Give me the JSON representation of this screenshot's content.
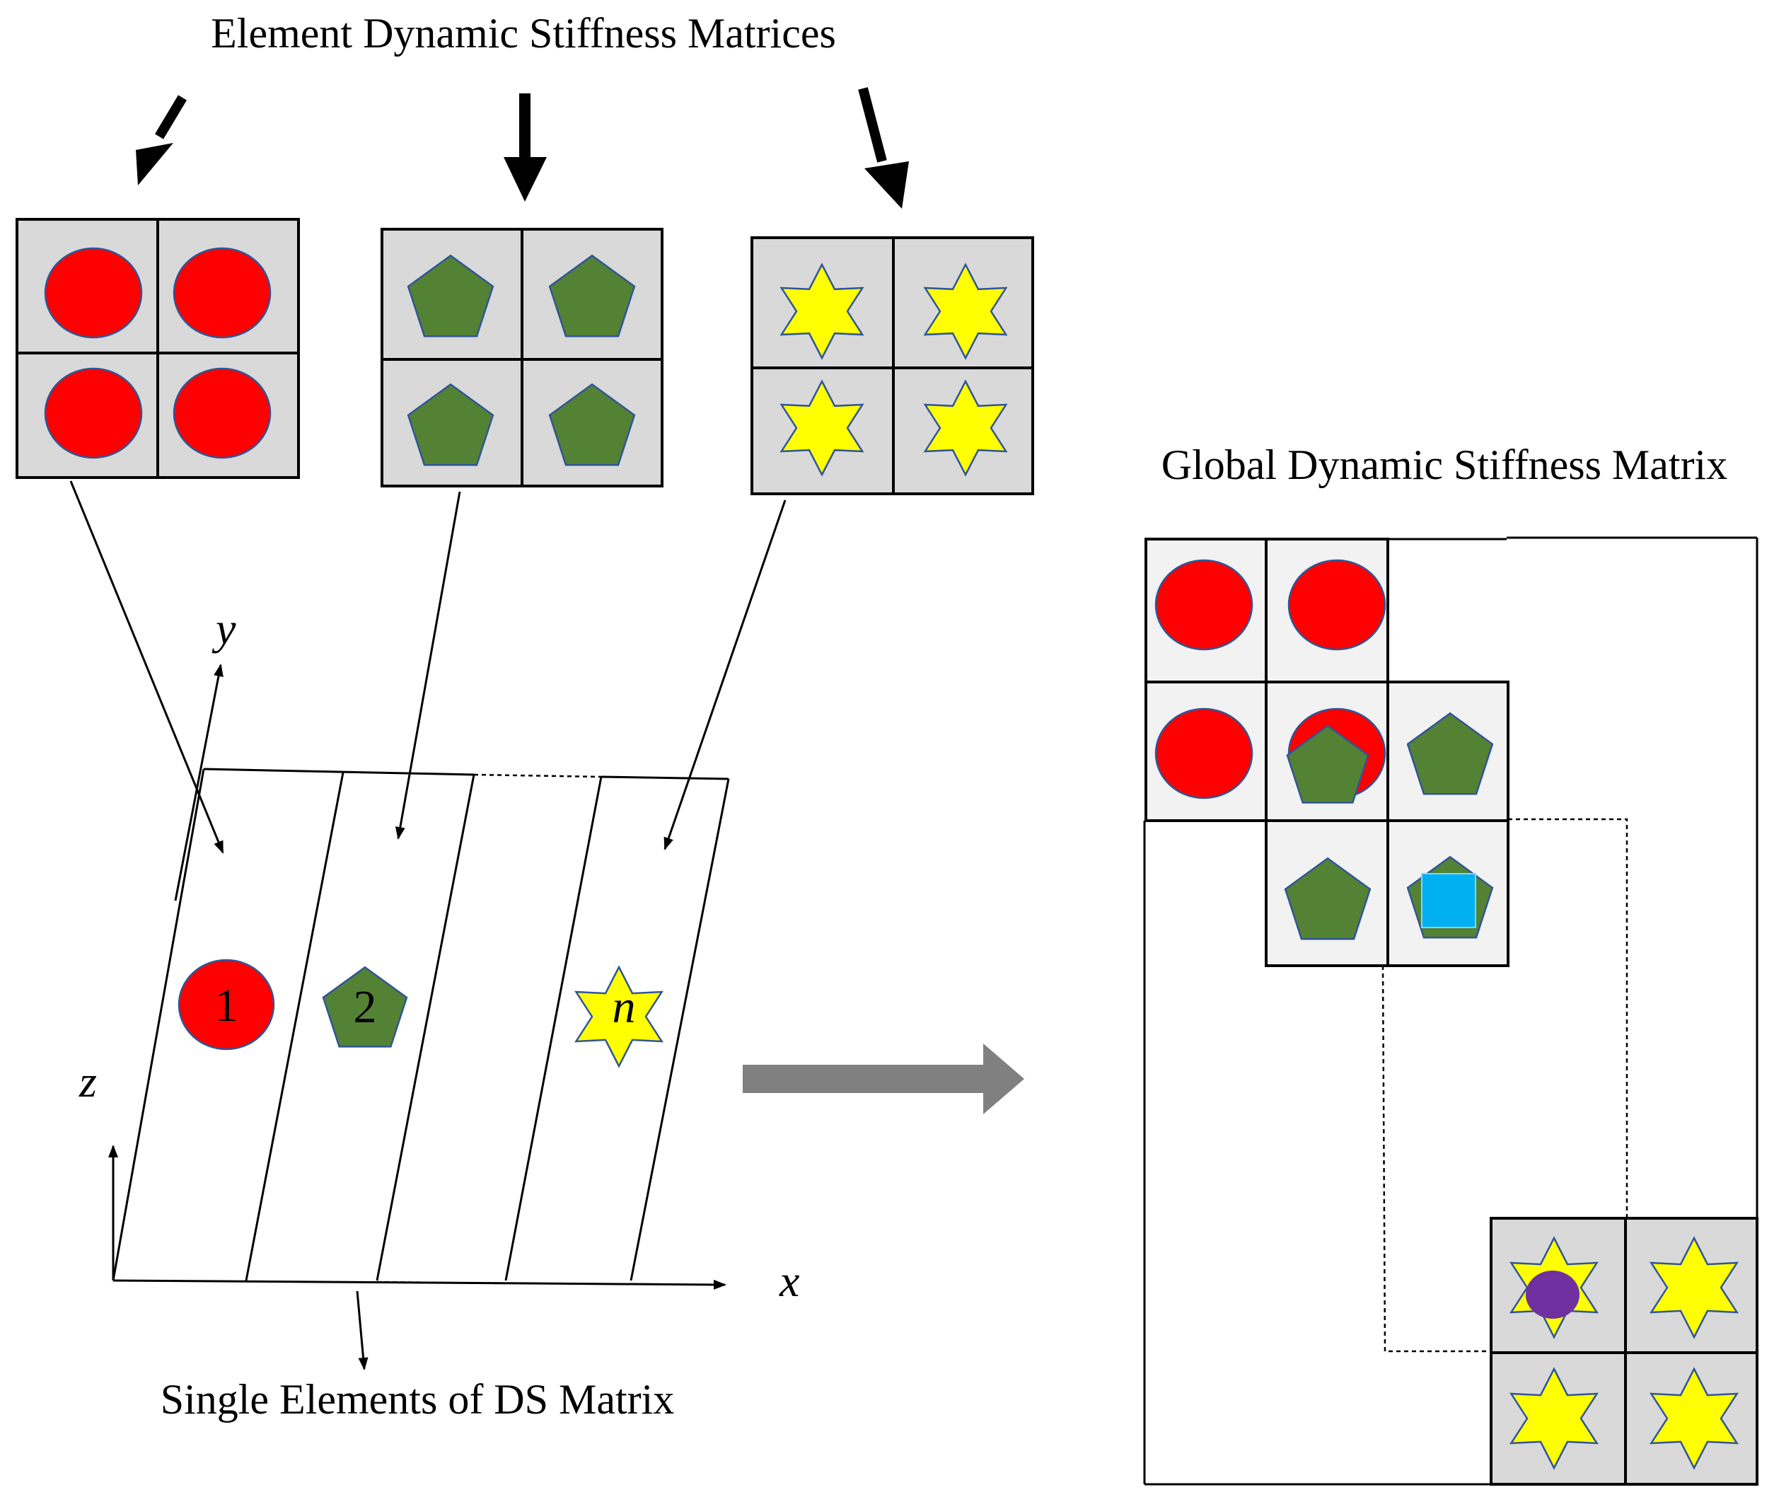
{
  "labels": {
    "element_matrices": "Element Dynamic Stiffness Matrices",
    "global_matrix": "Global Dynamic Stiffness Matrix",
    "single_elements": "Single Elements of DS Matrix"
  },
  "axes": {
    "x": "x",
    "y": "y",
    "z": "z"
  },
  "element_markers": [
    "1",
    "2",
    "n"
  ],
  "colors": {
    "circle": "#ff0000",
    "pentagon": "#548235",
    "star": "#ffff00",
    "cell_bg": "#d9d9d9",
    "global_cell_bg": "#f2f2f2",
    "blue_square": "#00b0f0",
    "purple_circle": "#7030a0",
    "big_arrow": "#808080",
    "shape_outline": "#2f5597"
  },
  "icons": {
    "circle": "red-circle-icon",
    "pentagon": "green-pentagon-icon",
    "star": "yellow-star-icon"
  }
}
